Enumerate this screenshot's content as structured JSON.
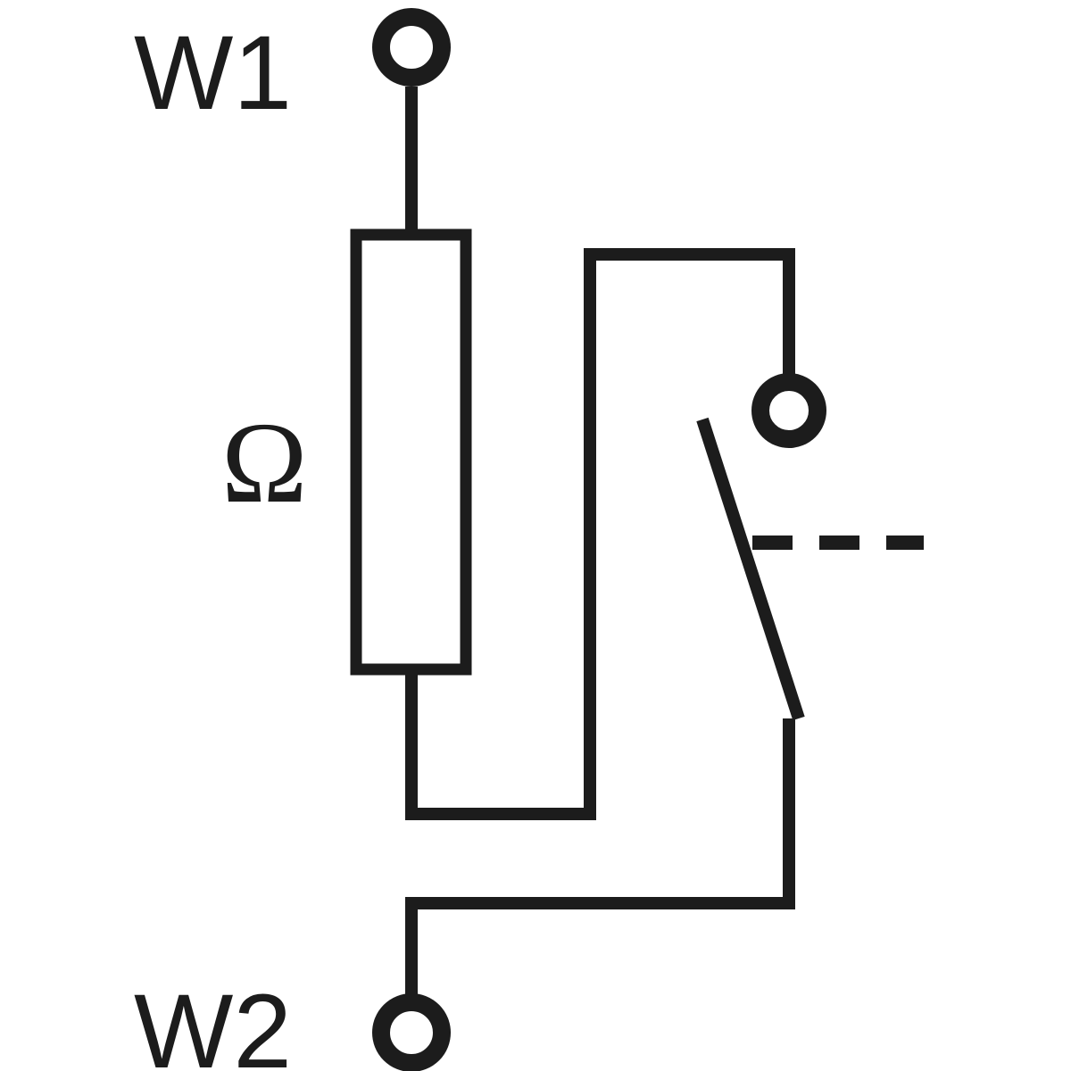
{
  "diagram": {
    "labels": {
      "terminal_top": "W1",
      "terminal_bottom": "W2",
      "resistor": "Ω"
    },
    "colors": {
      "line": "#1c1c1c",
      "background": "#ffffff"
    }
  }
}
